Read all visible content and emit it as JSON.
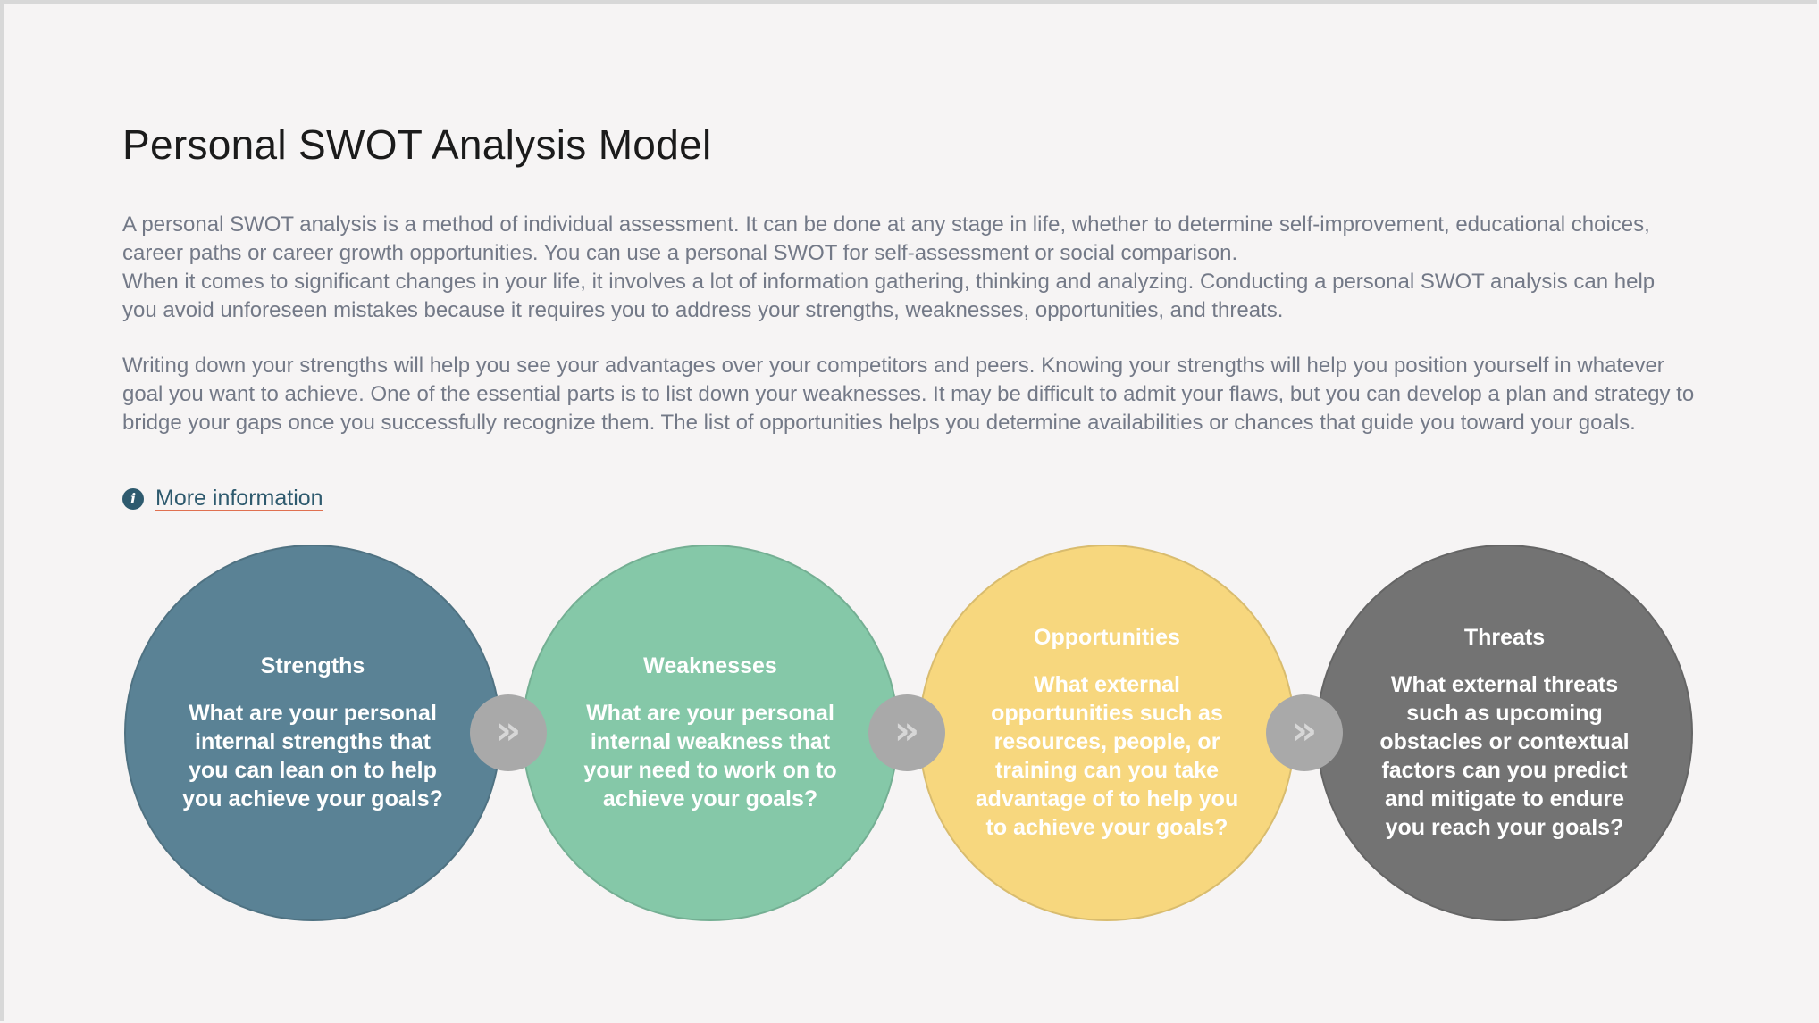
{
  "page": {
    "title": "Personal SWOT Analysis Model",
    "paragraphs": [
      "A personal SWOT analysis is a method of individual assessment. It can be done at any stage in life, whether to determine self-improvement, educational choices, career paths or career growth opportunities. You can use a personal SWOT for self-assessment or social comparison.",
      "When it comes to significant changes in your life, it involves a lot of information gathering, thinking and analyzing. Conducting a personal SWOT analysis can help you avoid unforeseen mistakes because it requires you to address your strengths, weaknesses, opportunities, and threats.",
      "Writing down your strengths will help you see your advantages over your competitors and peers. Knowing your strengths will help you position yourself in whatever goal you want to achieve. One of the essential parts is to list down your weaknesses. It may be difficult to admit your flaws, but you can develop a plan and strategy to bridge your gaps once you successfully recognize them. The list of opportunities helps you determine availabilities or chances that guide you toward your goals."
    ],
    "more_info": {
      "icon": "info-icon",
      "label": "More information"
    }
  },
  "swot": [
    {
      "title": "Strengths",
      "text": "What are your personal internal strengths that you can lean on to help you achieve your goals?",
      "color": "#5a8295"
    },
    {
      "title": "Weaknesses",
      "text": "What are your personal internal weakness that your need to work on to achieve your goals?",
      "color": "#85c8a8"
    },
    {
      "title": "Opportunities",
      "text": "What external opportunities such as resources, people, or training can you take advantage of to help you to achieve your goals?",
      "color": "#f7d77e"
    },
    {
      "title": "Threats",
      "text": "What external threats such as upcoming obstacles or contextual factors can you predict and mitigate to endure you reach your goals?",
      "color": "#737373"
    }
  ],
  "connector": {
    "icon": "double-chevron-right-icon",
    "glyph": "»",
    "color": "#a9a9a9"
  }
}
